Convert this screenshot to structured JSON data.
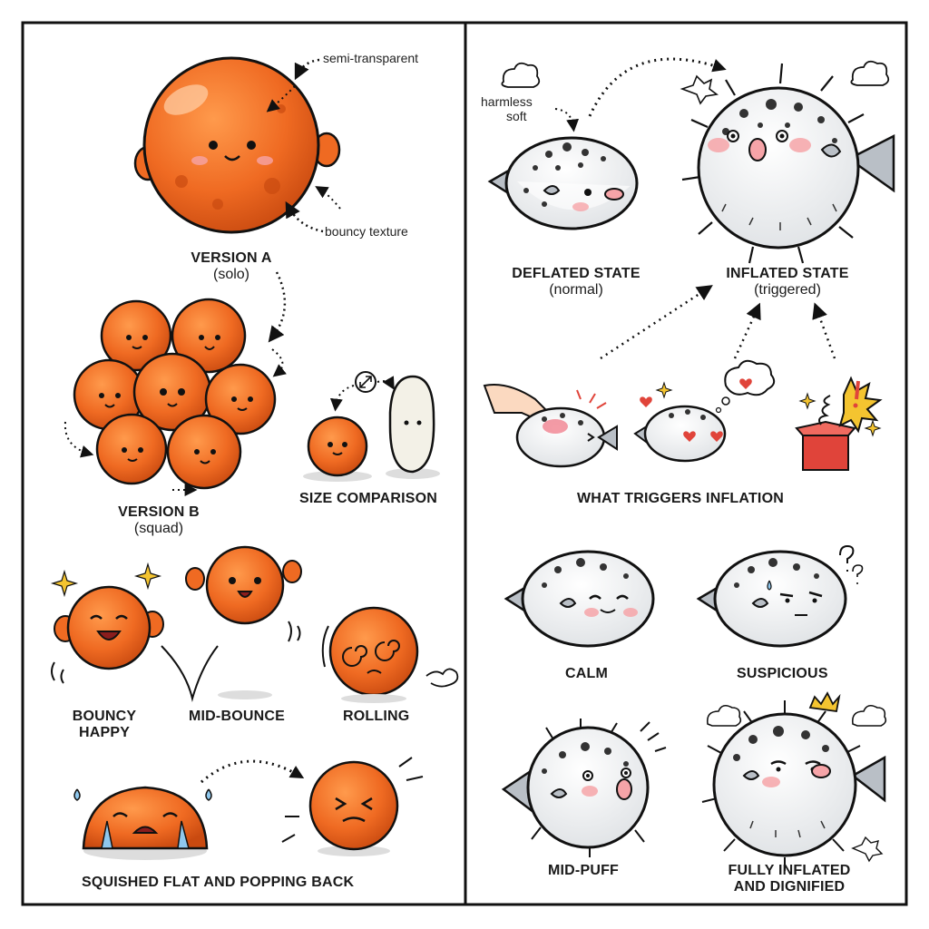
{
  "colors": {
    "border": "#111111",
    "blob_orange": "#ef6a22",
    "blob_dark": "#c94a10",
    "fish_body": "#f1f2f3",
    "fish_spot": "#333333",
    "fin_grey": "#b9bfc6",
    "blush": "#f6a4a8",
    "accent_red": "#e0443a",
    "accent_yellow": "#f4c430"
  },
  "left_panel": {
    "annotations": {
      "semi_transparent": "semi-transparent",
      "bouncy_texture": "bouncy texture"
    },
    "version_a": {
      "title": "VERSION A",
      "subtitle": "(solo)"
    },
    "version_b": {
      "title": "VERSION B",
      "subtitle": "(squad)"
    },
    "size_comparison": "SIZE COMPARISON",
    "poses": {
      "bouncy_happy_line1": "BOUNCY",
      "bouncy_happy_line2": "HAPPY",
      "mid_bounce": "MID-BOUNCE",
      "rolling": "ROLLING"
    },
    "squished": "SQUISHED FLAT AND POPPING BACK"
  },
  "right_panel": {
    "annotations": {
      "harmless": "harmless",
      "soft": "soft"
    },
    "deflated": {
      "title": "DEFLATED STATE",
      "subtitle": "(normal)"
    },
    "inflated": {
      "title": "INFLATED STATE",
      "subtitle": "(triggered)"
    },
    "triggers": "WHAT TRIGGERS INFLATION",
    "moods": {
      "calm": "CALM",
      "suspicious": "SUSPICIOUS",
      "mid_puff": "MID-PUFF",
      "fully_line1": "FULLY INFLATED",
      "fully_line2": "AND DIGNIFIED"
    }
  },
  "icons": [
    "orange-blob-icon",
    "pufferfish-icon",
    "hand-poke-icon",
    "heart-icon",
    "thought-bubble-icon",
    "surprise-box-icon",
    "exclamation-burst-icon",
    "crown-icon",
    "sparkle-icon",
    "tear-icon",
    "dotted-arrow-icon"
  ]
}
